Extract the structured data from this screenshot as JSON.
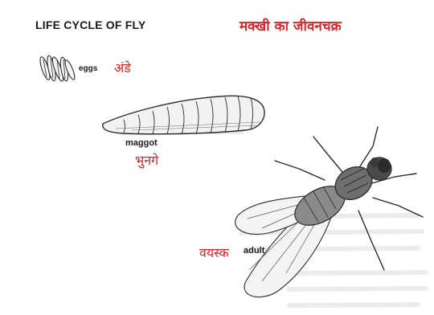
{
  "title": {
    "english": "LIFE CYCLE OF FLY",
    "hindi": "मक्खी का जीवनचक्र"
  },
  "stages": [
    {
      "english": "eggs",
      "hindi": "अंडे",
      "icon": "eggs-illustration"
    },
    {
      "english": "maggot",
      "hindi": "भुनगे",
      "icon": "maggot-illustration"
    },
    {
      "english": "adult",
      "hindi": "वयस्क",
      "icon": "fly-illustration"
    }
  ],
  "colors": {
    "hindi_text": "#d8252b",
    "english_text": "#1a1a1a",
    "drawing": "#2b2b2b",
    "bleed_text": "#e9e9e9"
  }
}
